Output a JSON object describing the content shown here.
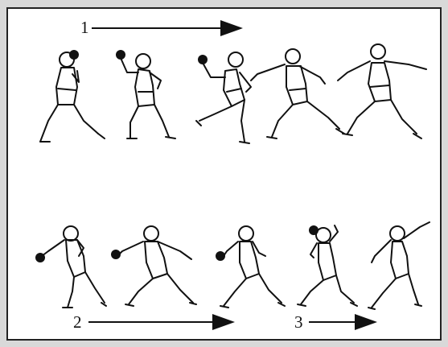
{
  "sequence_labels": {
    "row1": "1",
    "row2": "2",
    "row3": "3"
  },
  "colors": {
    "background": "#d9d9d9",
    "panel": "#ffffff",
    "ink": "#111111"
  }
}
